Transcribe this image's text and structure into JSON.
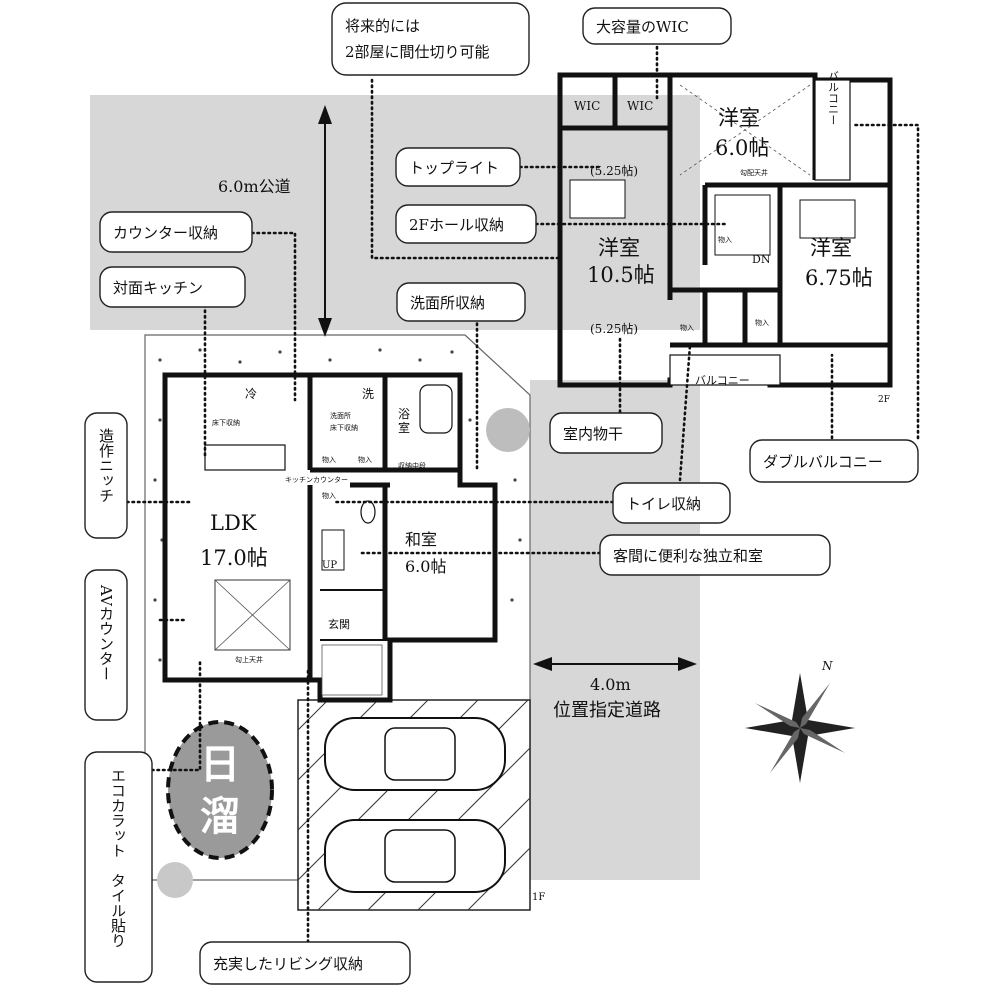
{
  "callouts": {
    "future_partition": [
      "将来的には",
      "2部屋に間仕切り可能"
    ],
    "large_wic": "大容量のWIC",
    "counter_storage": "カウンター収納",
    "facing_kitchen": "対面キッチン",
    "toplight": "トップライト",
    "hall_storage_2f": "2Fホール収納",
    "washroom_storage": "洗面所収納",
    "indoor_drying": "室内物干",
    "double_balcony": "ダブルバルコニー",
    "toilet_storage": "トイレ収納",
    "guest_japanese_room": "客間に便利な独立和室",
    "built_in_niche": "造作ニッチ",
    "av_counter": "AVカウンター",
    "ecocarat": "エコカラット　タイル貼り",
    "living_storage": "充実したリビング収納"
  },
  "roads": {
    "public_road": "6.0m公道",
    "designated_road_width": "4.0m",
    "designated_road_label": "位置指定道路"
  },
  "sunny_spot": [
    "日",
    "溜"
  ],
  "floor1": {
    "label": "1F",
    "ldk": "LDK",
    "ldk_size": "17.0帖",
    "japanese_room": "和室",
    "japanese_room_size": "6.0帖",
    "bath": [
      "浴",
      "室"
    ],
    "entrance": "玄関",
    "up": "UP",
    "fridge": "冷",
    "washer": "洗",
    "storage": "物入",
    "washroom": "洗面所",
    "kitchen_counter": "キッチンカウンター",
    "ceiling_note": "勾上天井",
    "closet_note": "床下収納",
    "shoe_storage": "収納中段"
  },
  "floor2": {
    "label": "2F",
    "wic": "WIC",
    "room_a": "洋室",
    "room_a_size": "6.0帖",
    "room_b": "洋室",
    "room_b_size": "10.5帖",
    "room_b_part_upper": "(5.25帖)",
    "room_b_part_lower": "(5.25帖)",
    "room_c": "洋室",
    "room_c_size": "6.75帖",
    "balcony_side": "バルコニー",
    "balcony_bottom": "バルコニー",
    "dn": "DN",
    "storage": "物入",
    "ceiling_note": "勾配天井"
  },
  "compass_letter": "N"
}
